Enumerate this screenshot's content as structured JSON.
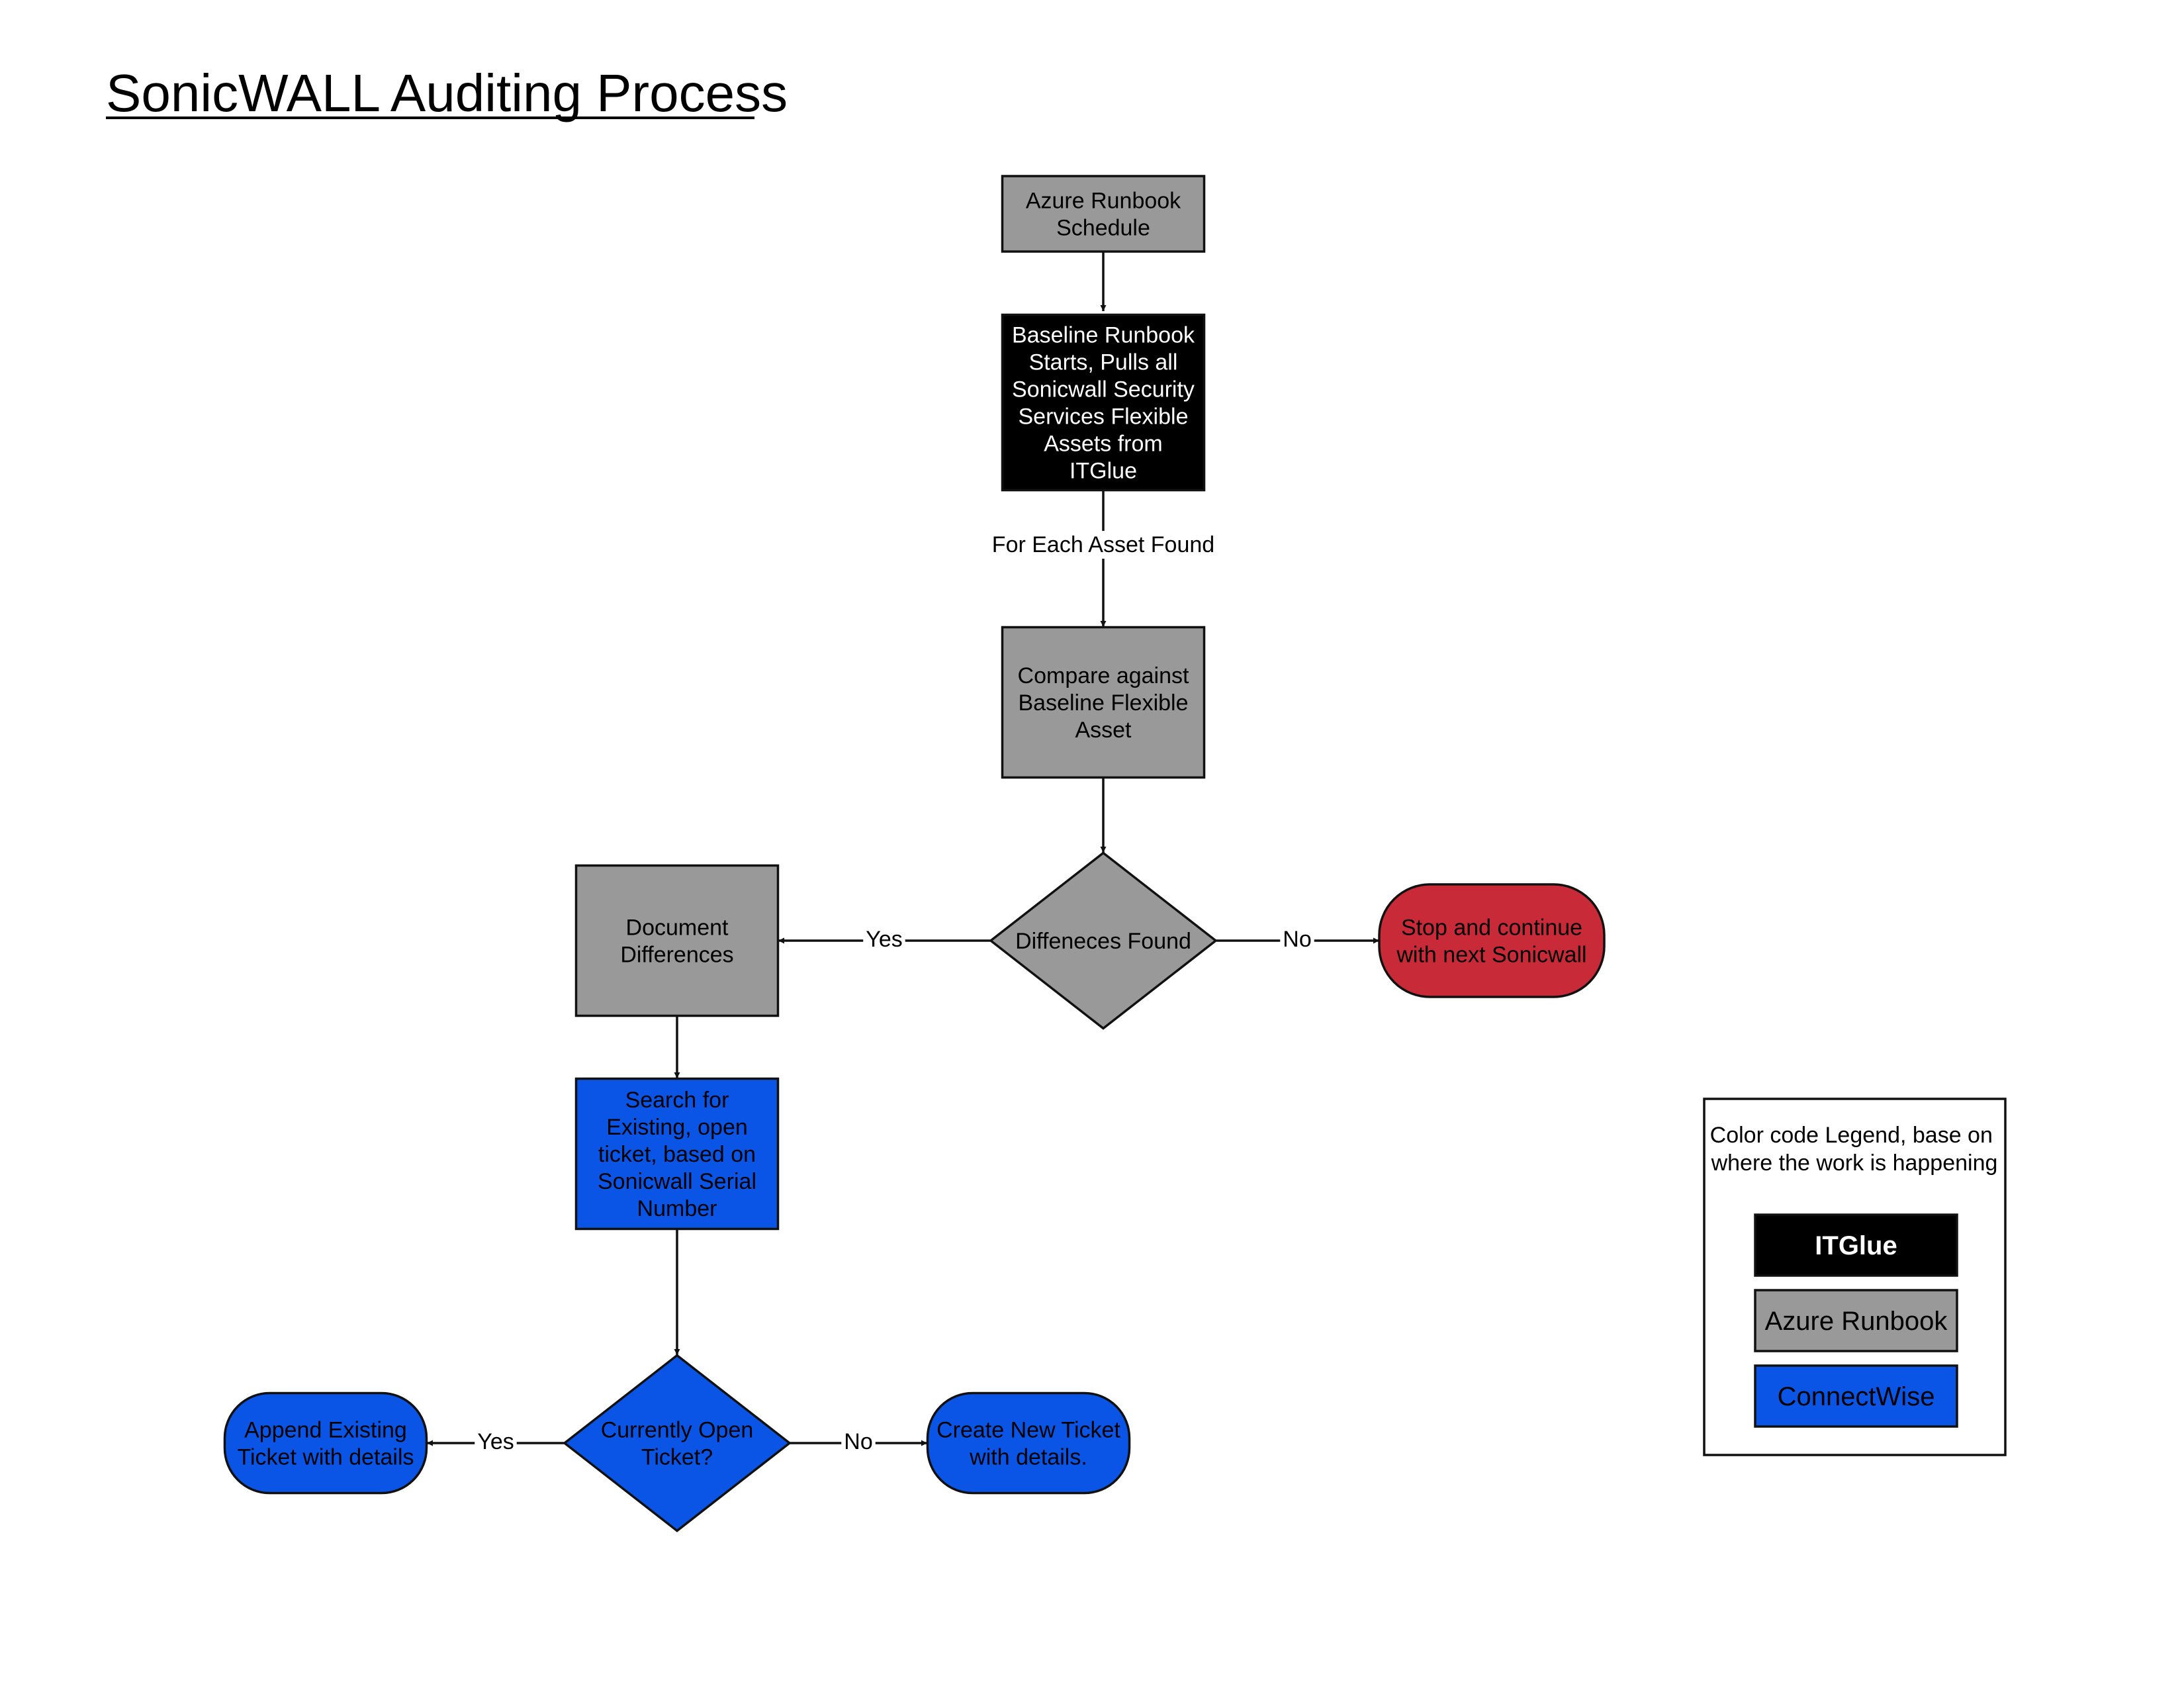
{
  "title": "SonicWALL Auditing Process",
  "colors": {
    "itglue": "#000000",
    "azure_runbook": "#999999",
    "connectwise": "#0a55e6",
    "stop": "#c92a37",
    "line": "#111111"
  },
  "nodes": {
    "azure_schedule": {
      "shape": "rectangle",
      "category": "azure_runbook",
      "lines": [
        "Azure Runbook",
        "Schedule"
      ]
    },
    "baseline_start": {
      "shape": "rectangle",
      "category": "itglue",
      "lines": [
        "Baseline Runbook",
        "Starts, Pulls all",
        "Sonicwall Security",
        "Services Flexible",
        "Assets from",
        "ITGlue"
      ]
    },
    "compare": {
      "shape": "rectangle",
      "category": "azure_runbook",
      "lines": [
        "Compare against",
        "Baseline Flexible",
        "Asset"
      ]
    },
    "differences_found": {
      "shape": "diamond",
      "category": "azure_runbook",
      "lines": [
        "Diffeneces Found"
      ]
    },
    "stop_continue": {
      "shape": "terminator",
      "category": "stop",
      "lines": [
        "Stop and continue",
        "with next Sonicwall"
      ]
    },
    "document_differences": {
      "shape": "rectangle",
      "category": "azure_runbook",
      "lines": [
        "Document",
        "Differences"
      ]
    },
    "search_ticket": {
      "shape": "rectangle",
      "category": "connectwise",
      "lines": [
        "Search for",
        "Existing, open",
        "ticket, based on",
        "Sonicwall Serial",
        "Number"
      ]
    },
    "currently_open": {
      "shape": "diamond",
      "category": "connectwise",
      "lines": [
        "Currently Open",
        "Ticket?"
      ]
    },
    "append_existing": {
      "shape": "terminator",
      "category": "connectwise",
      "lines": [
        "Append Existing",
        "Ticket with details"
      ]
    },
    "create_new": {
      "shape": "terminator",
      "category": "connectwise",
      "lines": [
        "Create New Ticket",
        "with details."
      ]
    }
  },
  "edges": [
    {
      "from": "azure_schedule",
      "to": "baseline_start",
      "label": ""
    },
    {
      "from": "baseline_start",
      "to": "compare",
      "label": "For Each Asset Found"
    },
    {
      "from": "compare",
      "to": "differences_found",
      "label": ""
    },
    {
      "from": "differences_found",
      "to": "document_differences",
      "label": "Yes"
    },
    {
      "from": "differences_found",
      "to": "stop_continue",
      "label": "No"
    },
    {
      "from": "document_differences",
      "to": "search_ticket",
      "label": ""
    },
    {
      "from": "search_ticket",
      "to": "currently_open",
      "label": ""
    },
    {
      "from": "currently_open",
      "to": "append_existing",
      "label": "Yes"
    },
    {
      "from": "currently_open",
      "to": "create_new",
      "label": "No"
    }
  ],
  "legend": {
    "heading_lines": [
      "Color code Legend, base on",
      "where the work is happening"
    ],
    "items": [
      {
        "label": "ITGlue",
        "category": "itglue",
        "bold": true
      },
      {
        "label": "Azure Runbook",
        "category": "azure_runbook",
        "bold": false
      },
      {
        "label": "ConnectWise",
        "category": "connectwise",
        "bold": false
      }
    ]
  }
}
